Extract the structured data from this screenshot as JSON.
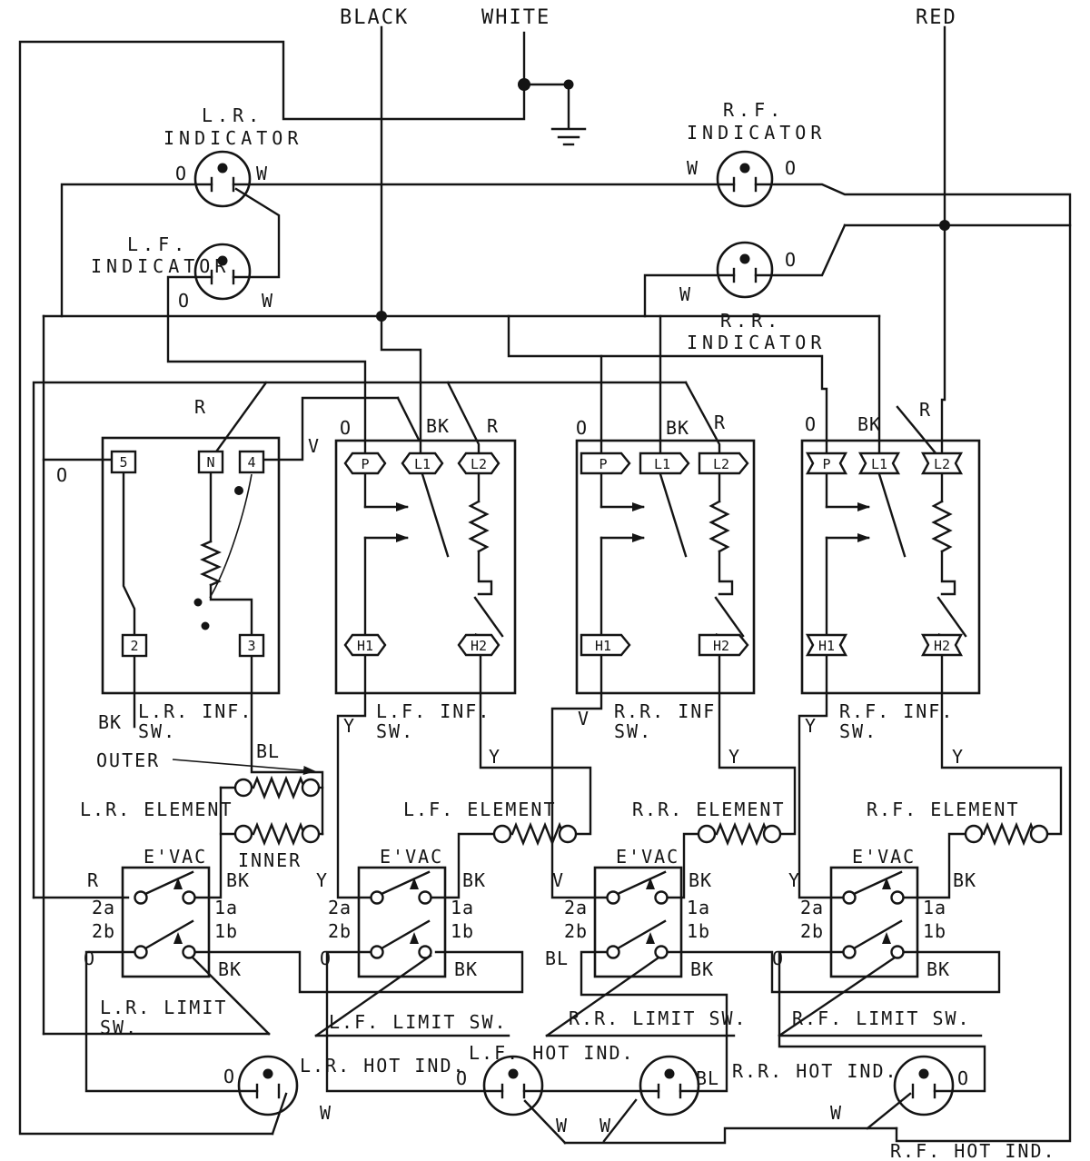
{
  "power_leads": {
    "black": "BLACK",
    "white": "WHITE",
    "red": "RED"
  },
  "indicators": {
    "lr": {
      "line1": "L.R.",
      "line2": "INDICATOR",
      "pin_left": "O",
      "pin_right": "W"
    },
    "lf": {
      "line1": "L.F.",
      "line2": "INDICATOR",
      "pin_left": "O",
      "pin_right": "W"
    },
    "rf": {
      "line1": "R.F.",
      "line2": "INDICATOR",
      "pin_left": "W",
      "pin_right": "O"
    },
    "rr": {
      "line1": "R.R.",
      "line2": "INDICATOR",
      "pin_left": "W",
      "pin_right": "O"
    }
  },
  "inf_switches": {
    "lr": {
      "name1": "L.R. INF.",
      "name2": "SW.",
      "t5": "5",
      "tn": "N",
      "t4": "4",
      "t2": "2",
      "t3": "3",
      "w_o": "O",
      "w_r": "R",
      "w_v": "V",
      "w_bk": "BK"
    },
    "lf": {
      "name1": "L.F. INF.",
      "name2": "SW.",
      "tp": "P",
      "tl1": "L1",
      "tl2": "L2",
      "th1": "H1",
      "th2": "H2",
      "w_o": "O",
      "w_bk": "BK",
      "w_r": "R",
      "w_y1": "Y",
      "w_y2": "Y"
    },
    "rr": {
      "name1": "R.R. INF",
      "name2": "SW.",
      "tp": "P",
      "tl1": "L1",
      "tl2": "L2",
      "th1": "H1",
      "th2": "H2",
      "w_o": "O",
      "w_bk": "BK",
      "w_r": "R",
      "w_v": "V",
      "w_y2": "Y"
    },
    "rf": {
      "name1": "R.F. INF.",
      "name2": "SW.",
      "tp": "P",
      "tl1": "L1",
      "tl2": "L2",
      "th1": "H1",
      "th2": "H2",
      "w_o": "O",
      "w_bk": "BK",
      "w_r": "R",
      "w_y1": "Y",
      "w_y2": "Y"
    }
  },
  "elements": {
    "lr": {
      "label": "L.R. ELEMENT",
      "outer": "OUTER",
      "inner": "INNER",
      "bl": "BL"
    },
    "lf": {
      "label": "L.F. ELEMENT"
    },
    "rr": {
      "label": "R.R. ELEMENT"
    },
    "rf": {
      "label": "R.F. ELEMENT"
    }
  },
  "evac_switches": {
    "lr": {
      "label": "E'VAC",
      "in_top": "R",
      "out_top": "BK",
      "t2a": "2a",
      "t2b": "2b",
      "t1a": "1a",
      "t1b": "1b",
      "in_bottom": "O",
      "out_bottom": "BK"
    },
    "lf": {
      "label": "E'VAC",
      "in_top": "Y",
      "out_top": "BK",
      "t2a": "2a",
      "t2b": "2b",
      "t1a": "1a",
      "t1b": "1b",
      "in_bottom": "O",
      "out_bottom": "BK"
    },
    "rr": {
      "label": "E'VAC",
      "in_top": "V",
      "out_top": "BK",
      "t2a": "2a",
      "t2b": "2b",
      "t1a": "1a",
      "t1b": "1b",
      "in_bottom": "BL",
      "out_bottom": "BK"
    },
    "rf": {
      "label": "E'VAC",
      "in_top": "Y",
      "out_top": "BK",
      "t2a": "2a",
      "t2b": "2b",
      "t1a": "1a",
      "t1b": "1b",
      "in_bottom": "O",
      "out_bottom": "BK"
    }
  },
  "limit_switches": {
    "lr1": "L.R. LIMIT",
    "lr2": "SW.",
    "lf": "L.F. LIMIT SW.",
    "rr": "R.R. LIMIT SW.",
    "rf": "R.F. LIMIT SW."
  },
  "hot_indicators": {
    "lr": {
      "label": "L.R. HOT IND.",
      "pin_o": "O",
      "pin_w": "W"
    },
    "lf": {
      "label": "L.F. HOT IND.",
      "pin_o": "O",
      "pin_w": "W"
    },
    "rr": {
      "label": "R.R. HOT IND.",
      "pin_bl": "BL",
      "pin_w": "W"
    },
    "rf": {
      "label": "R.F. HOT IND.",
      "pin_o": "O",
      "pin_w": "W"
    }
  },
  "colors": {
    "ink": "#141414",
    "paper": "#ffffff"
  }
}
